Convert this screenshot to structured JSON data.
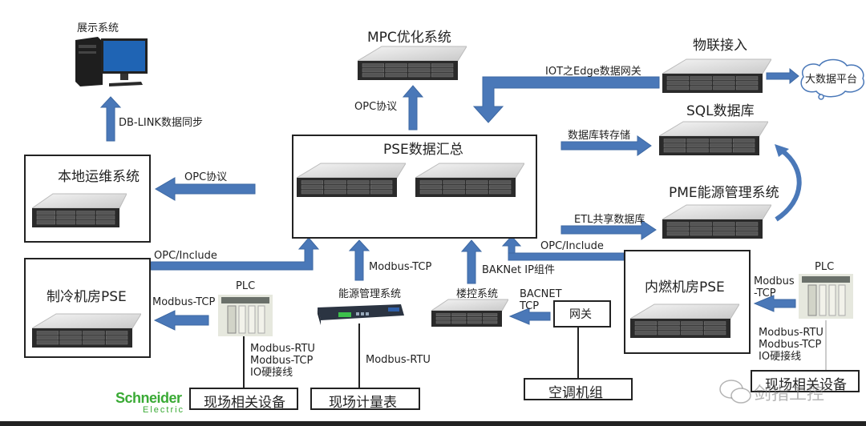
{
  "colors": {
    "arrow": "#4a78b8",
    "box_border": "#222222",
    "brand_green": "#3aaa35"
  },
  "nodes": {
    "display_system": "展示系统",
    "mpc": "MPC优化系统",
    "iot_access": "物联接入",
    "big_data": "大数据平台",
    "sql_db": "SQL数据库",
    "pse_summary": "PSE数据汇总",
    "local_ops": "本地运维系统",
    "pme": "PME能源管理系统",
    "cooling_pse": "制冷机房PSE",
    "combustion_pse": "内燃机房PSE",
    "plc_left": "PLC",
    "plc_right": "PLC",
    "energy_mgmt": "能源管理系统",
    "building_ctrl": "楼控系统",
    "gateway": "网关",
    "field_devices_left": "现场相关设备",
    "field_meter": "现场计量表",
    "ac_unit": "空调机组",
    "field_devices_right": "现场相关设备"
  },
  "edges": {
    "db_link": "DB-LINK数据同步",
    "opc_mpc": "OPC协议",
    "iot_edge": "IOT之Edge数据网关",
    "db_dump": "数据库转存储",
    "opc_local": "OPC协议",
    "etl": "ETL共享数据库",
    "opc_include_right": "OPC/Include",
    "opc_include_left": "OPC/Include",
    "modbus_tcp_left": "Modbus-TCP",
    "modbus_tcp_energy": "Modbus-TCP",
    "baknet": "BAKNet IP组件",
    "bacnet_line1": "BACNET",
    "bacnet_line2": "TCP",
    "modbus_rtu_meter": "Modbus-RTU",
    "left_plc_protocols": [
      "Modbus-RTU",
      "Modbus-TCP",
      "IO硬接线"
    ],
    "right_plc_protocols": [
      "Modbus-RTU",
      "Modbus-TCP",
      "IO硬接线"
    ],
    "modbus_tcp_right_line1": "Modbus",
    "modbus_tcp_right_line2": "-TCP"
  },
  "brand": {
    "line1": "Schneider",
    "line2": "Electric"
  },
  "watermark": "剑指工控"
}
